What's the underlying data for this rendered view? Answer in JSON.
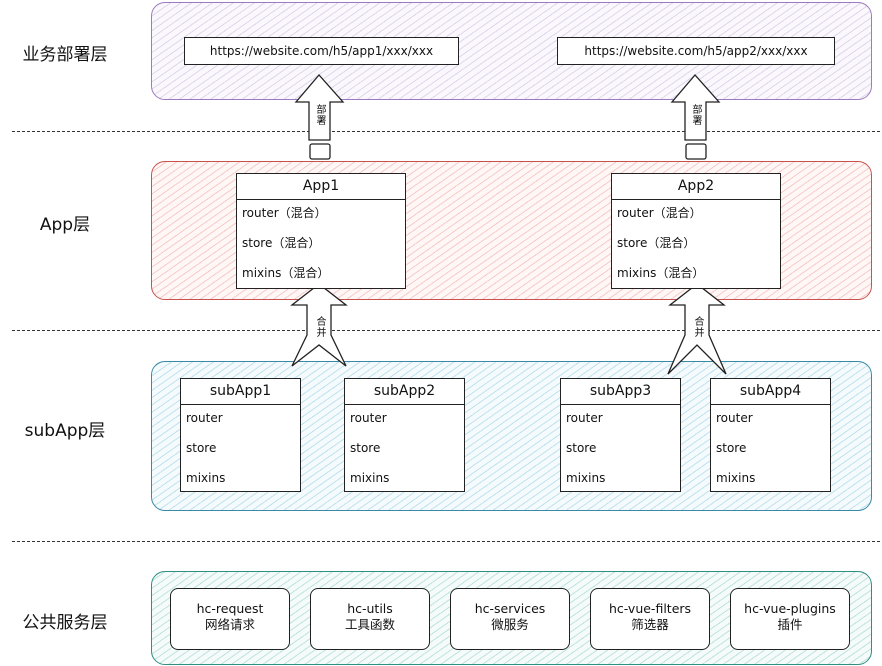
{
  "layers": {
    "deploy": "业务部署层",
    "app": "App层",
    "subapp": "subApp层",
    "common": "公共服务层"
  },
  "urls": [
    "https://website.com/h5/app1/xxx/xxx",
    "https://website.com/h5/app2/xxx/xxx"
  ],
  "arrow_labels": {
    "deploy": "部署",
    "combine": "合并"
  },
  "apps": [
    {
      "name": "App1",
      "rows": [
        "router（混合）",
        "store（混合）",
        "mixins（混合）"
      ]
    },
    {
      "name": "App2",
      "rows": [
        "router（混合）",
        "store（混合）",
        "mixins（混合）"
      ]
    }
  ],
  "subapps": [
    {
      "name": "subApp1",
      "rows": [
        "router",
        "store",
        "mixins"
      ]
    },
    {
      "name": "subApp2",
      "rows": [
        "router",
        "store",
        "mixins"
      ]
    },
    {
      "name": "subApp3",
      "rows": [
        "router",
        "store",
        "mixins"
      ]
    },
    {
      "name": "subApp4",
      "rows": [
        "router",
        "store",
        "mixins"
      ]
    }
  ],
  "services": [
    {
      "name": "hc-request",
      "desc": "网络请求"
    },
    {
      "name": "hc-utils",
      "desc": "工具函数"
    },
    {
      "name": "hc-services",
      "desc": "微服务"
    },
    {
      "name": "hc-vue-filters",
      "desc": "筛选器"
    },
    {
      "name": "hc-vue-plugins",
      "desc": "插件"
    }
  ],
  "colors": {
    "deploy_band": "#9d7bbf",
    "app_band": "#c8524d",
    "subapp_band": "#3a8aa6",
    "common_band": "#2f8f84"
  }
}
